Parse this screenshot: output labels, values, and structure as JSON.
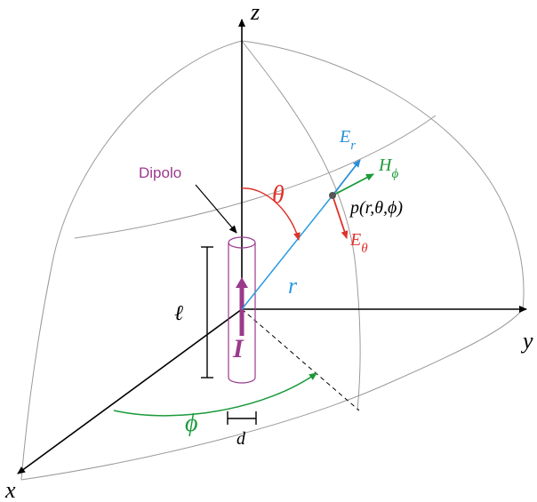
{
  "labels": {
    "z_axis": "z",
    "y_axis": "y",
    "x_axis": "x",
    "dipole": "Dipolo",
    "theta": "θ",
    "phi": "ϕ",
    "r": "r",
    "current": "I",
    "length": "ℓ",
    "diameter": "d",
    "e_r_main": "E",
    "e_r_sub": "r",
    "h_phi_main": "H",
    "h_phi_sub": "ϕ",
    "e_theta_main": "E",
    "e_theta_sub": "θ",
    "point": "p(r,θ,ϕ)"
  },
  "colors": {
    "axis": "#000000",
    "sphere": "#9a9a9a",
    "theta_arc": "#e0322b",
    "phi_arc": "#1a9a3a",
    "radius": "#2a9be0",
    "dipole": "#9b3a8c",
    "e_r": "#2a8fd8",
    "h_phi": "#1a9a3a",
    "e_theta": "#e0322b"
  }
}
